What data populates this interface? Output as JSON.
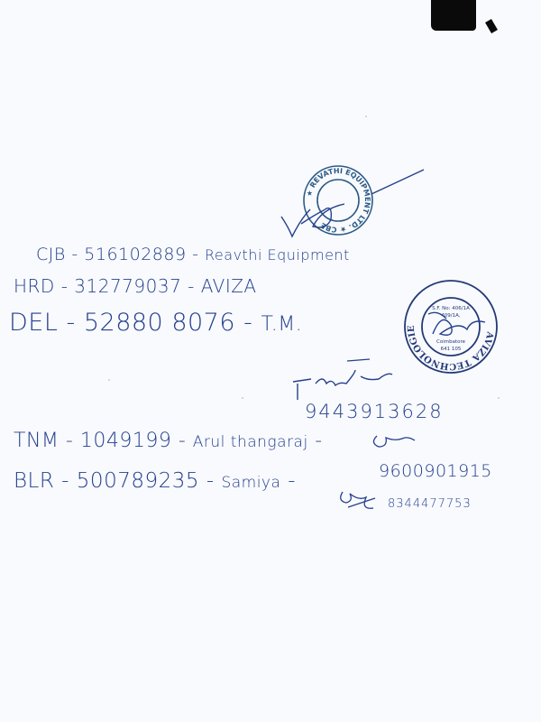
{
  "entries": [
    {
      "code": "CJB",
      "number": "516102889",
      "party": "Reavthi Equipment"
    },
    {
      "code": "HRD",
      "number": "312779037",
      "party": "AVIZA"
    },
    {
      "code": "DEL",
      "number": "52880 8076",
      "party": "T.M."
    },
    {
      "code": "TNM",
      "number": "1049199",
      "party": "Arul thangaraj"
    },
    {
      "code": "BLR",
      "number": "500789235",
      "party": "Samiya"
    }
  ],
  "phones": {
    "tm": "9443913628",
    "blr_primary": "9600901915",
    "blr_secondary": "8344477753"
  },
  "separator": "-",
  "stamps": {
    "revathi": "REVATHI EQUIPMENT LTD. CBE",
    "aviza_name": "AVIZA TECHNOLOGIES",
    "aviza_address": "S.F. No: 406/1A, 409/1A, Coimbatore 641 105"
  },
  "colors": {
    "ink": "#24408f",
    "paper": "#f9fafd"
  }
}
